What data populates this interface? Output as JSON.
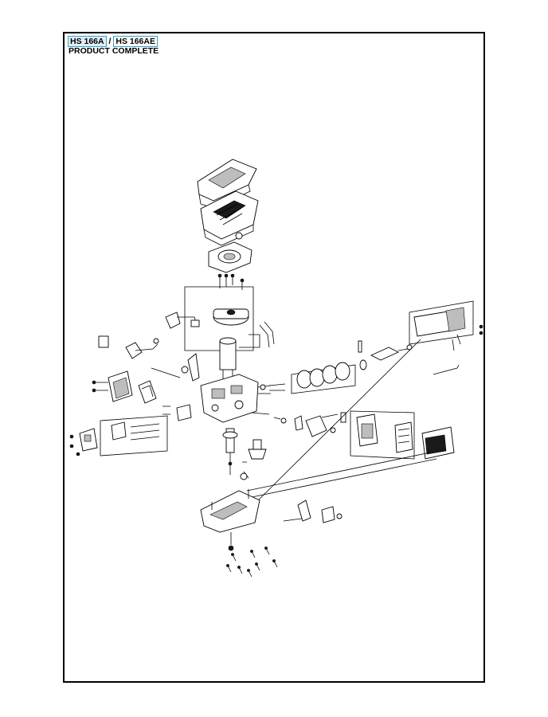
{
  "header": {
    "model_a": "HS 166A",
    "separator": "/",
    "model_b": "HS 166AE",
    "subtitle": "PRODUCT COMPLETE"
  },
  "colors": {
    "ink": "#000000",
    "highlight_border": "#3aa1c8",
    "highlight_fill": "#dfeef5"
  }
}
